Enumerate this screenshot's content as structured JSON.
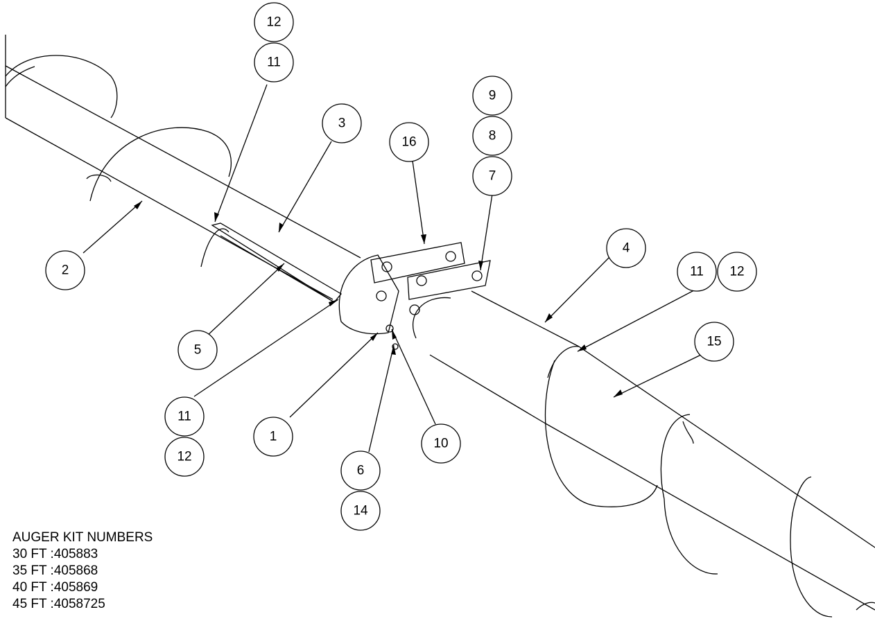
{
  "callouts": [
    {
      "id": "c12a",
      "label": "12"
    },
    {
      "id": "c11a",
      "label": "11"
    },
    {
      "id": "c3",
      "label": "3"
    },
    {
      "id": "c16",
      "label": "16"
    },
    {
      "id": "c9",
      "label": "9"
    },
    {
      "id": "c8",
      "label": "8"
    },
    {
      "id": "c7",
      "label": "7"
    },
    {
      "id": "c2",
      "label": "2"
    },
    {
      "id": "c4",
      "label": "4"
    },
    {
      "id": "c11b",
      "label": "11"
    },
    {
      "id": "c12b",
      "label": "12"
    },
    {
      "id": "c5",
      "label": "5"
    },
    {
      "id": "c15",
      "label": "15"
    },
    {
      "id": "c11c",
      "label": "11"
    },
    {
      "id": "c12c",
      "label": "12"
    },
    {
      "id": "c1",
      "label": "1"
    },
    {
      "id": "c10",
      "label": "10"
    },
    {
      "id": "c6",
      "label": "6"
    },
    {
      "id": "c14",
      "label": "14"
    }
  ],
  "kit_numbers": {
    "title": "AUGER KIT NUMBERS",
    "rows": [
      {
        "length": "30 FT",
        "number": "405883"
      },
      {
        "length": "35 FT",
        "number": "405868"
      },
      {
        "length": "40 FT",
        "number": "405869"
      },
      {
        "length": "45 FT",
        "number": "4058725"
      }
    ]
  }
}
